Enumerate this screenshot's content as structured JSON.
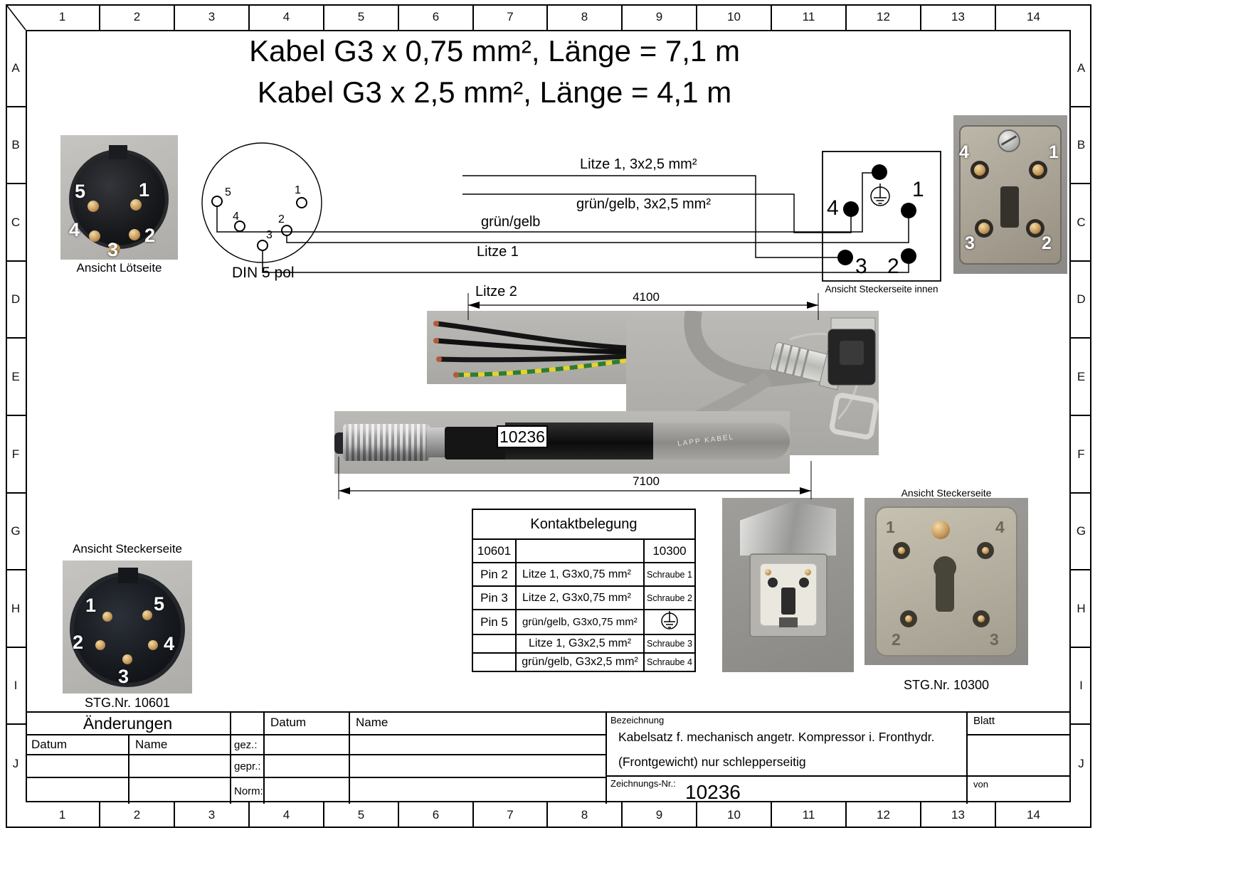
{
  "frame": {
    "columns": [
      "1",
      "2",
      "3",
      "4",
      "5",
      "6",
      "7",
      "8",
      "9",
      "10",
      "11",
      "12",
      "13",
      "14"
    ],
    "rows": [
      "A",
      "B",
      "C",
      "D",
      "E",
      "F",
      "G",
      "H",
      "I",
      "J"
    ]
  },
  "titles": {
    "line1": "Kabel G3 x 0,75 mm², Länge = 7,1 m",
    "line2": "Kabel G3 x 2,5 mm², Länge = 4,1 m"
  },
  "din": {
    "label": "DIN 5 pol",
    "pins": [
      "5",
      "1",
      "2",
      "4",
      "3"
    ]
  },
  "wires": {
    "litze1_25": "Litze 1, 3x2,5 mm²",
    "gg_25": "grün/gelb, 3x2,5 mm²",
    "gg": "grün/gelb",
    "litze1": "Litze 1",
    "litze2": "Litze 2"
  },
  "dimensions": {
    "dim4100": "4100",
    "dim7100": "7100"
  },
  "cable_label": "10236",
  "cable_print": "LAPP KABEL",
  "connector_box": {
    "caption": "Ansicht Steckerseite innen",
    "pins": [
      "4",
      "1",
      "3",
      "2"
    ]
  },
  "photos": {
    "loetseite": {
      "caption": "Ansicht Lötseite",
      "pins": [
        "5",
        "1",
        "4",
        "2",
        "3"
      ]
    },
    "steckerseite_links": {
      "label": "Ansicht Steckerseite",
      "caption": "STG.Nr. 10601",
      "pins": [
        "1",
        "5",
        "2",
        "4",
        "3"
      ]
    },
    "steckerseite_rechts": {
      "label": "Ansicht Steckerseite",
      "caption": "STG.Nr. 10300",
      "pins": [
        "1",
        "4",
        "2",
        "3"
      ]
    },
    "stecker_innen_oben": {
      "pins": [
        "4",
        "1",
        "3",
        "2"
      ]
    }
  },
  "kontakt_table": {
    "title": "Kontaktbelegung",
    "rows": [
      {
        "c1": "10601",
        "c2": "",
        "c3": "10300"
      },
      {
        "c1": "Pin 2",
        "c2": "Litze 1, G3x0,75 mm²",
        "c3": "Schraube 1"
      },
      {
        "c1": "Pin 3",
        "c2": "Litze 2, G3x0,75 mm²",
        "c3": "Schraube 2"
      },
      {
        "c1": "Pin 5",
        "c2": "grün/gelb, G3x0,75 mm²",
        "c3": ""
      },
      {
        "c1": "",
        "c2": "Litze 1, G3x2,5 mm²",
        "c3": "Schraube 3"
      },
      {
        "c1": "",
        "c2": "grün/gelb, G3x2,5 mm²",
        "c3": "Schraube 4"
      }
    ]
  },
  "titleblock": {
    "aenderungen": "Änderungen",
    "datum_l": "Datum",
    "name_l": "Name",
    "gez": "gez.:",
    "gepr": "gepr.:",
    "norm": "Norm:",
    "datum_m": "Datum",
    "name_m": "Name",
    "bezeichnung_label": "Bezeichnung",
    "bezeichnung_line1": "Kabelsatz f. mechanisch angetr. Kompressor i. Fronthydr.",
    "bezeichnung_line2": "(Frontgewicht) nur schlepperseitig",
    "zeichnungsnr_label": "Zeichnungs-Nr.:",
    "zeichnungsnr": "10236",
    "blatt": "Blatt",
    "von": "von"
  }
}
